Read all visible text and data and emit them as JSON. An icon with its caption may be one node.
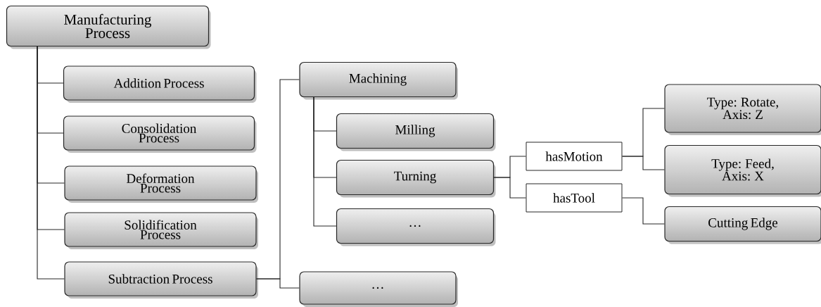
{
  "diagram": {
    "nodes": [
      {
        "text": [
          "Manufacturing Process"
        ]
      },
      {
        "text": [
          "Addition Process"
        ]
      },
      {
        "text": [
          "Consolidation Process"
        ]
      },
      {
        "text": [
          "Deformation Process"
        ]
      },
      {
        "text": [
          "Solidification Process"
        ]
      },
      {
        "text": [
          "Subtraction Process"
        ]
      },
      {
        "text": [
          "Machining"
        ]
      },
      {
        "text": [
          "Milling"
        ]
      },
      {
        "text": [
          "Turning"
        ]
      },
      {
        "text": [
          "…"
        ]
      },
      {
        "text": [
          "…"
        ]
      },
      {
        "text": [
          "hasMotion"
        ]
      },
      {
        "text": [
          "hasTool"
        ]
      },
      {
        "text": [
          "Type: Rotate, Axis: Z"
        ]
      },
      {
        "text": [
          "Type: Feed, Axis: X"
        ]
      },
      {
        "text": [
          "Cutting Edge"
        ]
      }
    ],
    "edges": [
      {
        "from": 0,
        "to": 1,
        "arrow": "none"
      },
      {
        "from": 0,
        "to": 2,
        "arrow": "none"
      },
      {
        "from": 0,
        "to": 3,
        "arrow": "none"
      },
      {
        "from": 0,
        "to": 4,
        "arrow": "none"
      },
      {
        "from": 0,
        "to": 5,
        "arrow": "none"
      },
      {
        "from": 5,
        "to": 6,
        "arrow": "none"
      },
      {
        "from": 5,
        "to": 10,
        "arrow": "none"
      },
      {
        "from": 6,
        "to": 7,
        "arrow": "none"
      },
      {
        "from": 6,
        "to": 8,
        "arrow": "none"
      },
      {
        "from": 6,
        "to": 9,
        "arrow": "none"
      },
      {
        "from": 8,
        "to": 11,
        "arrow": "none"
      },
      {
        "from": 8,
        "to": 12,
        "arrow": "none"
      },
      {
        "from": 11,
        "to": 13,
        "arrow": "none"
      },
      {
        "from": 11,
        "to": 14,
        "arrow": "none"
      },
      {
        "from": 12,
        "to": 15,
        "arrow": "none"
      }
    ]
  }
}
